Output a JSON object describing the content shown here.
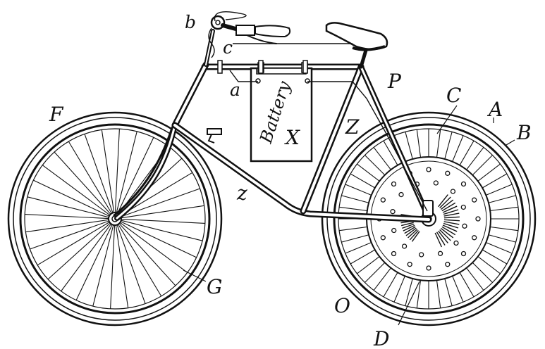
{
  "labels": {
    "A": "A",
    "B": "B",
    "C": "C",
    "D": "D",
    "F": "F",
    "G": "G",
    "O": "O",
    "P": "P",
    "X": "X",
    "Z": "Z",
    "a": "a",
    "b": "b",
    "c": "c",
    "z": "z"
  },
  "battery_text": "Battery",
  "colors": {
    "ink": "#111111",
    "paper": "#ffffff"
  }
}
